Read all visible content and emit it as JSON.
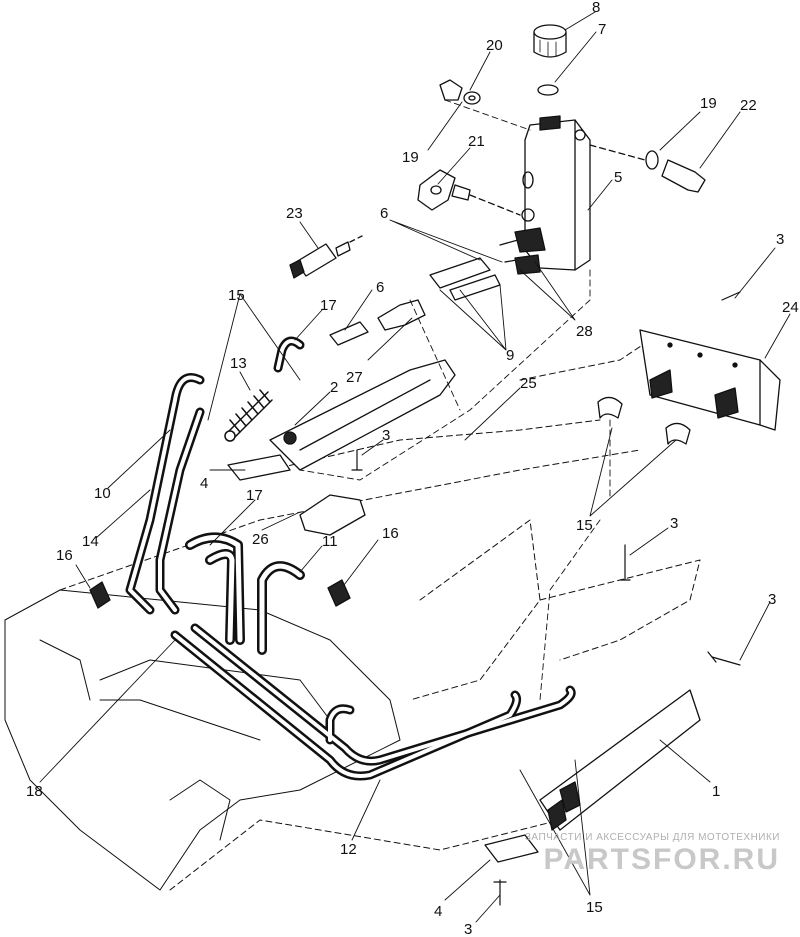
{
  "callouts": [
    {
      "id": "c8",
      "text": "8"
    },
    {
      "id": "c7",
      "text": "7"
    },
    {
      "id": "c20",
      "text": "20"
    },
    {
      "id": "c19a",
      "text": "19"
    },
    {
      "id": "c19b",
      "text": "19"
    },
    {
      "id": "c22",
      "text": "22"
    },
    {
      "id": "c21",
      "text": "21"
    },
    {
      "id": "c5",
      "text": "5"
    },
    {
      "id": "c6a",
      "text": "6"
    },
    {
      "id": "c6b",
      "text": "6"
    },
    {
      "id": "c23",
      "text": "23"
    },
    {
      "id": "c3a",
      "text": "3"
    },
    {
      "id": "c24",
      "text": "24"
    },
    {
      "id": "c15a",
      "text": "15"
    },
    {
      "id": "c17a",
      "text": "17"
    },
    {
      "id": "c13",
      "text": "13"
    },
    {
      "id": "c2",
      "text": "2"
    },
    {
      "id": "c27",
      "text": "27"
    },
    {
      "id": "c9",
      "text": "9"
    },
    {
      "id": "c28",
      "text": "28"
    },
    {
      "id": "c25",
      "text": "25"
    },
    {
      "id": "c3b",
      "text": "3"
    },
    {
      "id": "c10",
      "text": "10"
    },
    {
      "id": "c4a",
      "text": "4"
    },
    {
      "id": "c17b",
      "text": "17"
    },
    {
      "id": "c14",
      "text": "14"
    },
    {
      "id": "c26",
      "text": "26"
    },
    {
      "id": "c11",
      "text": "11"
    },
    {
      "id": "c16a",
      "text": "16"
    },
    {
      "id": "c16b",
      "text": "16"
    },
    {
      "id": "c15b",
      "text": "15"
    },
    {
      "id": "c3c",
      "text": "3"
    },
    {
      "id": "c3d",
      "text": "3"
    },
    {
      "id": "c18",
      "text": "18"
    },
    {
      "id": "c1",
      "text": "1"
    },
    {
      "id": "c12",
      "text": "12"
    },
    {
      "id": "c4b",
      "text": "4"
    },
    {
      "id": "c3e",
      "text": "3"
    },
    {
      "id": "c15c",
      "text": "15"
    }
  ],
  "watermark": {
    "tagline": "ЗАПЧАСТИ И АКСЕССУАРЫ ДЛЯ МОТОТЕХНИКИ",
    "brand": "PARTSFOR.RU"
  }
}
